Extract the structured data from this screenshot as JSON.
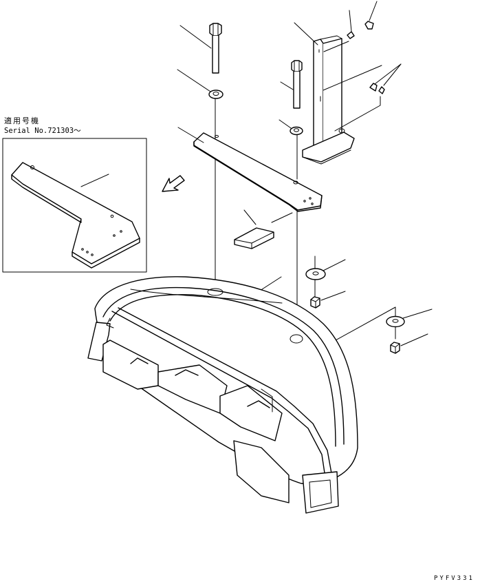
{
  "serial_note": {
    "line1": "適用号機",
    "line2": "Serial No.721303～"
  },
  "drawing_code": "PYFV331"
}
